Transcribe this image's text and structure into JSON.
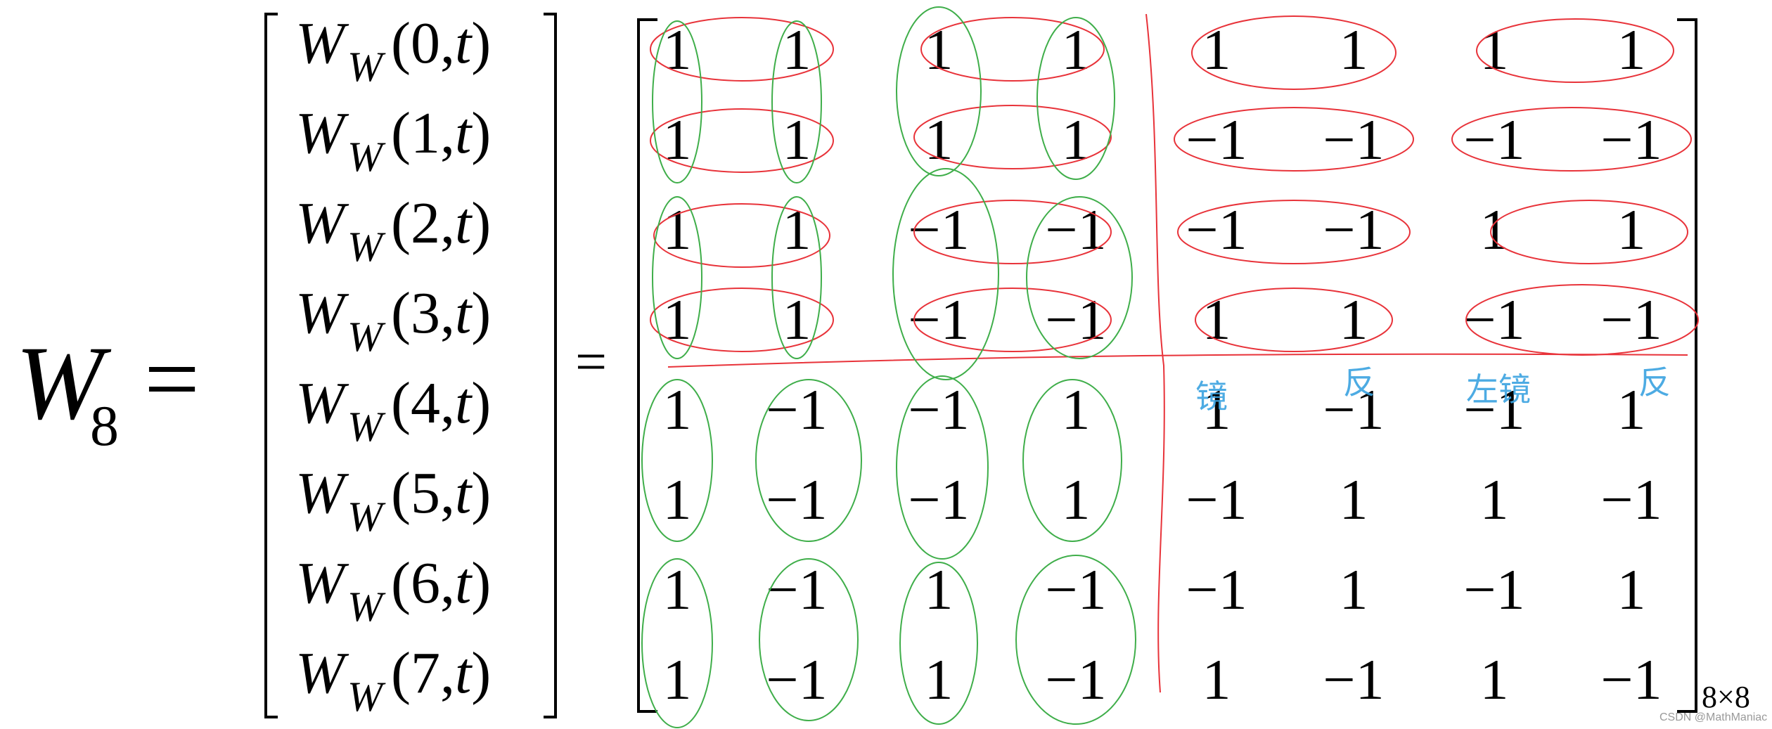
{
  "lhs": {
    "symbol": "W",
    "subscript": "8",
    "equals": "="
  },
  "vector": {
    "func": "W",
    "func_sub": "W",
    "rows": [
      {
        "index": "0",
        "var": "t"
      },
      {
        "index": "1",
        "var": "t"
      },
      {
        "index": "2",
        "var": "t"
      },
      {
        "index": "3",
        "var": "t"
      },
      {
        "index": "4",
        "var": "t"
      },
      {
        "index": "5",
        "var": "t"
      },
      {
        "index": "6",
        "var": "t"
      },
      {
        "index": "7",
        "var": "t"
      }
    ]
  },
  "equals_mid": "=",
  "matrix": {
    "rows": [
      [
        "1",
        "1",
        "1",
        "1",
        "1",
        "1",
        "1",
        "1"
      ],
      [
        "1",
        "1",
        "1",
        "1",
        "−1",
        "−1",
        "−1",
        "−1"
      ],
      [
        "1",
        "1",
        "−1",
        "−1",
        "−1",
        "−1",
        "1",
        "1"
      ],
      [
        "1",
        "1",
        "−1",
        "−1",
        "1",
        "1",
        "−1",
        "−1"
      ],
      [
        "1",
        "−1",
        "−1",
        "1",
        "1",
        "−1",
        "−1",
        "1"
      ],
      [
        "1",
        "−1",
        "−1",
        "1",
        "−1",
        "1",
        "1",
        "−1"
      ],
      [
        "1",
        "−1",
        "1",
        "−1",
        "−1",
        "1",
        "−1",
        "1"
      ],
      [
        "1",
        "−1",
        "1",
        "−1",
        "1",
        "−1",
        "1",
        "−1"
      ]
    ],
    "dimension_label": "8×8"
  },
  "annotation_colors": {
    "red": "#e8333a",
    "green": "#3fae4a",
    "blue": "#3aa3e0"
  },
  "handwritten_notes": [
    "镜",
    "反",
    "左镜",
    "反"
  ],
  "watermark": "CSDN @MathManiac"
}
